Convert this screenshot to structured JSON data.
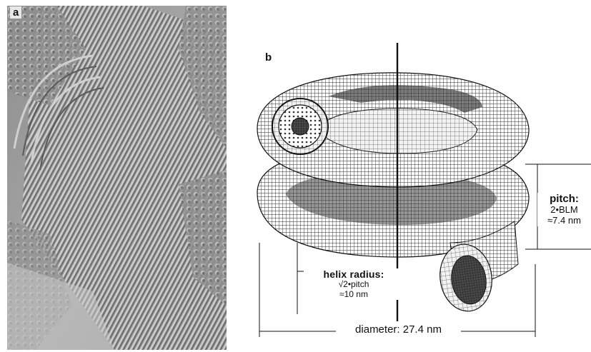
{
  "panel_a": {
    "letter": "a"
  },
  "panel_b": {
    "letter": "b",
    "pitch": {
      "title": "pitch:",
      "line1": "2•BLM",
      "line2": "≈7.4 nm"
    },
    "helix_radius": {
      "title": "helix radius:",
      "line1": "√2•pitch",
      "line2": "≈10 nm"
    },
    "diameter": {
      "label": "diameter: 27.4 nm"
    }
  },
  "colors": {
    "mesh_dark": "#2a2a2a",
    "mesh_light": "#7a7a7a",
    "micrograph_gray": "#9a9a9a"
  }
}
